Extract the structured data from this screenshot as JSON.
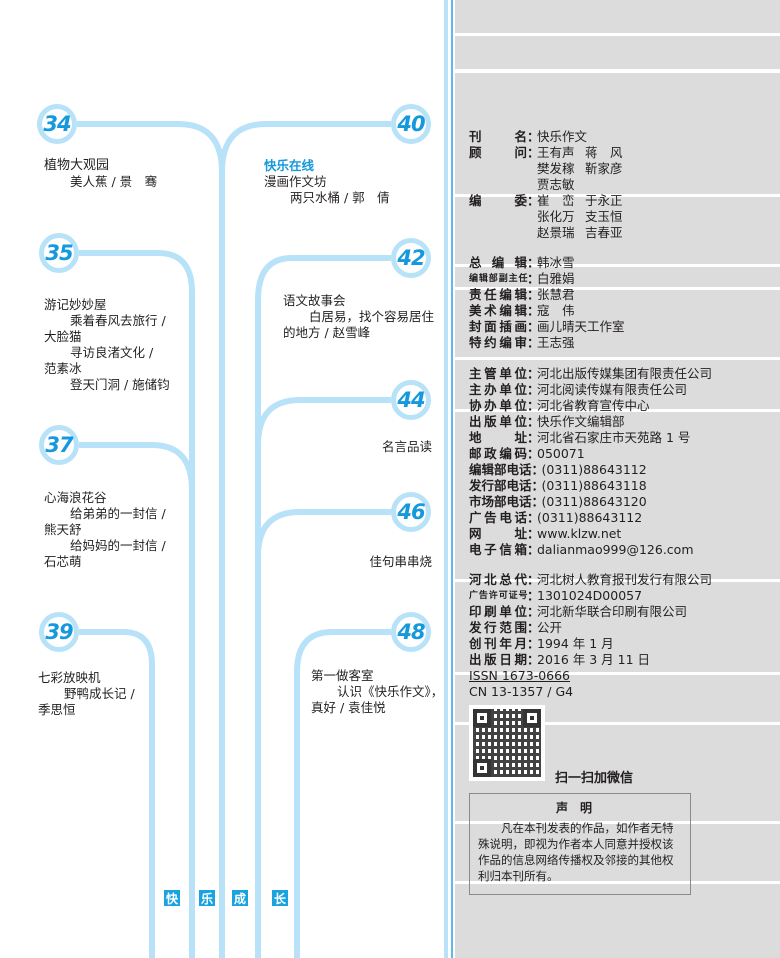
{
  "accent_color": "#1598dc",
  "line_color": "#b8e2f8",
  "toc": {
    "p34": {
      "page": "34",
      "section": "植物大观园",
      "lines": [
        "美人蕉 / 景　骞"
      ]
    },
    "p35": {
      "page": "35",
      "section": "游记妙妙屋",
      "lines": [
        "乘着春风去旅行 /",
        "大脸猫",
        "寻访良渚文化 /",
        "范素冰",
        "登天门洞 / 施储钧"
      ]
    },
    "p37": {
      "page": "37",
      "section": "心海浪花谷",
      "lines": [
        "给弟弟的一封信 /",
        "熊天舒",
        "给妈妈的一封信 /",
        "石芯萌"
      ]
    },
    "p39": {
      "page": "39",
      "section": "七彩放映机",
      "lines": [
        "野鸭成长记 /",
        "季思恒"
      ]
    },
    "p40": {
      "page": "40",
      "column": "快乐在线",
      "section": "漫画作文坊",
      "lines": [
        "两只水桶 / 郭　倩"
      ]
    },
    "p42": {
      "page": "42",
      "section": "语文故事会",
      "lines": [
        "白居易，找个容易居住",
        "的地方 / 赵雪峰"
      ]
    },
    "p44": {
      "page": "44",
      "section": "名言品读"
    },
    "p46": {
      "page": "46",
      "section": "佳句串串烧"
    },
    "p48": {
      "page": "48",
      "section": "第一做客室",
      "lines": [
        "认识《快乐作文》，",
        "真好 / 袁佳悦"
      ]
    },
    "growth": [
      "快",
      "乐",
      "成",
      "长"
    ]
  },
  "masthead": {
    "block1": [
      {
        "label": "刊名",
        "values": [
          "快乐作文"
        ]
      },
      {
        "label": "顾问",
        "values": [
          "王有声",
          "蒋　风"
        ]
      },
      {
        "label": "",
        "values": [
          "樊发稼",
          "靳家彦"
        ]
      },
      {
        "label": "",
        "values": [
          "贾志敏"
        ]
      },
      {
        "label": "编委",
        "values": [
          "崔　峦",
          "于永正"
        ]
      },
      {
        "label": "",
        "values": [
          "张化万",
          "支玉恒"
        ]
      },
      {
        "label": "",
        "values": [
          "赵景瑞",
          "吉春亚"
        ]
      }
    ],
    "block2": [
      {
        "label": "总编辑",
        "values": [
          "韩冰雪"
        ]
      },
      {
        "label": "编辑部副主任",
        "values": [
          "白雅娟"
        ]
      },
      {
        "label": "责任编辑",
        "values": [
          "张慧君"
        ]
      },
      {
        "label": "美术编辑",
        "values": [
          "寇　伟"
        ]
      },
      {
        "label": "封面插画",
        "values": [
          "画儿晴天工作室"
        ]
      },
      {
        "label": "特约编审",
        "values": [
          "王志强"
        ]
      }
    ],
    "block3": [
      {
        "label": "主管单位",
        "values": [
          "河北出版传媒集团有限责任公司"
        ]
      },
      {
        "label": "主办单位",
        "values": [
          "河北阅读传媒有限责任公司"
        ]
      },
      {
        "label": "协办单位",
        "values": [
          "河北省教育宣传中心"
        ]
      },
      {
        "label": "出版单位",
        "values": [
          "快乐作文编辑部"
        ]
      },
      {
        "label": "地址",
        "values": [
          "河北省石家庄市天苑路 1 号"
        ]
      },
      {
        "label": "邮政编码",
        "values": [
          "050071"
        ]
      },
      {
        "label": "编辑部电话",
        "values": [
          "(0311)88643112"
        ]
      },
      {
        "label": "发行部电话",
        "values": [
          "(0311)88643118"
        ]
      },
      {
        "label": "市场部电话",
        "values": [
          "(0311)88643120"
        ]
      },
      {
        "label": "广告电话",
        "values": [
          "(0311)88643112"
        ]
      },
      {
        "label": "网址",
        "values": [
          "www.klzw.net"
        ]
      },
      {
        "label": "电子信箱",
        "values": [
          "dalianmao999@126.com"
        ]
      }
    ],
    "block4": [
      {
        "label": "河北总代",
        "values": [
          "河北树人教育报刊发行有限公司"
        ]
      },
      {
        "label": "广告许可证号",
        "values": [
          "1301024D00057"
        ]
      },
      {
        "label": "印刷单位",
        "values": [
          "河北新华联合印刷有限公司"
        ]
      },
      {
        "label": "发行范围",
        "values": [
          "公开"
        ]
      },
      {
        "label": "创刊年月",
        "values": [
          "1994 年 1 月"
        ]
      },
      {
        "label": "出版日期",
        "values": [
          "2016 年 3 月 11 日"
        ]
      }
    ],
    "issn": "ISSN 1673-0666",
    "cn": "CN 13-1357 / G4"
  },
  "wechat": {
    "label": "扫一扫加微信"
  },
  "notice": {
    "title": "声明",
    "body": "凡在本刊发表的作品，如作者无特殊说明，即视为作者本人同意并授权该作品的信息网络传播权及邻接的其他权利归本刊所有。"
  }
}
